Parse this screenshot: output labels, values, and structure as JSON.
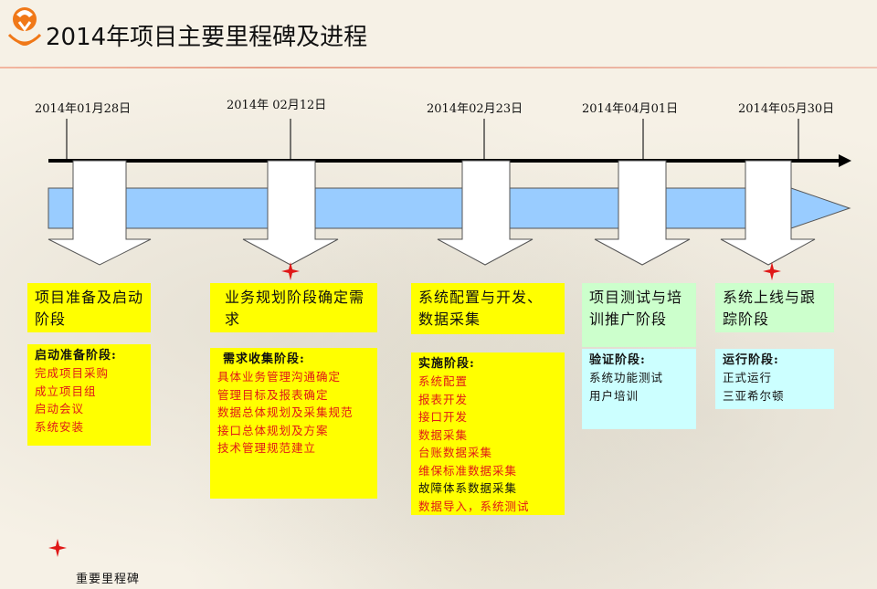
{
  "header": {
    "title": "2014年项目主要里程碑及进程"
  },
  "timeline": {
    "dates": [
      "2014年01月28日",
      "2014年  02月12日",
      "2014年02月23日",
      "2014年04月01日",
      "2014年05月30日"
    ]
  },
  "phases": [
    {
      "title": "项目准备及启动阶段",
      "milestone": false,
      "task_head": "启动准备阶段:",
      "tasks": [
        "完成项目采购",
        "成立项目组",
        "启动会议",
        "系统安装"
      ]
    },
    {
      "title": "业务规划阶段确定需求",
      "milestone": true,
      "task_head": "需求收集阶段:",
      "tasks": [
        "具体业务管理沟通确定",
        "管理目标及报表确定",
        "数据总体规划及采集规范",
        "接口总体规划及方案",
        "技术管理规范建立"
      ]
    },
    {
      "title": "系统配置与开发、数据采集",
      "milestone": false,
      "task_head": "实施阶段:",
      "tasks": [
        "系统配置",
        "报表开发",
        "接口开发",
        "数据采集",
        "台账数据采集",
        "维保标准数据采集",
        "故障体系数据采集",
        "数据导入，系统测试"
      ]
    },
    {
      "title": "项目测试与培训推广阶段",
      "milestone": false,
      "task_head": "验证阶段:",
      "tasks": [
        "系统功能测试",
        "用户培训"
      ]
    },
    {
      "title": "系统上线与跟踪阶段",
      "milestone": true,
      "task_head": "运行阶段:",
      "tasks": [
        "正式运行",
        "三亚希尔顿"
      ]
    }
  ],
  "legend": {
    "label": "重要里程碑",
    "icon": "red-star-icon"
  },
  "colors": {
    "phase_yellow": "#ffff00",
    "phase_green": "#ccffcc",
    "task_cyan": "#ccffff",
    "band_blue": "#99ccff",
    "task_red": "#e01818",
    "milestone_star": "#e01818"
  }
}
